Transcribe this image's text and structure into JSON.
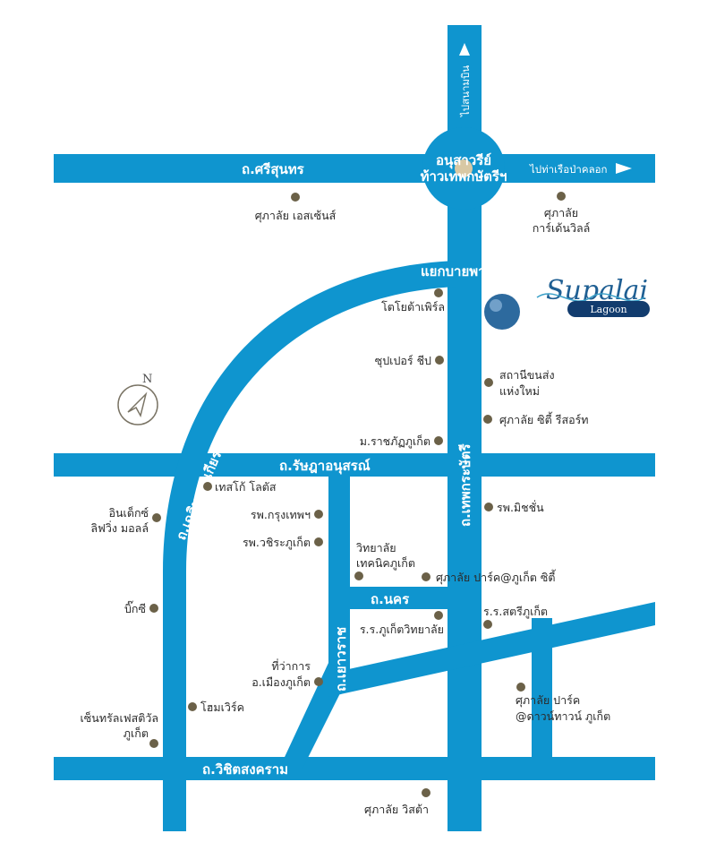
{
  "roads": {
    "srisunthon": "ถ.ศรีสุนทร",
    "thepkrasattri": "ถ.เทพกระษัตรี",
    "chalermprakiat": "ถ.เฉลิมพระเกียรติ",
    "ratsadanusorn": "ถ.รัษฎาอนุสรณ์",
    "nakhon": "ถ.นคร",
    "yaowarat": "ถ.เยาวราช",
    "wichitsongkhram": "ถ.วิชิตสงคราม"
  },
  "directions": {
    "airport": "ไปสนามบิน",
    "pier": "ไปท่าเรือป่าคลอก"
  },
  "monument": {
    "line1": "อนุสาวรีย์",
    "line2": "ท้าวเทพกษัตรีฯ"
  },
  "junction": "แยกบายพาส",
  "logo": {
    "brand": "Supalai",
    "sub": "Lagoon"
  },
  "compass": "N",
  "landmarks": {
    "essence": "ศุภาลัย เอสเซ้นส์",
    "garden1": "ศุภาลัย",
    "garden2": "การ์เด้นวิลล์",
    "toyota": "โตโยต้าเพิร์ล",
    "supercheap": "ซุปเปอร์ ชีป",
    "station1": "สถานีขนส่ง",
    "station2": "แห่งใหม่",
    "resort": "ศุภาลัย ซิตี้ รีสอร์ท",
    "rajabhat": "ม.ราชภัฏภูเก็ต",
    "tesco": "เทสโก้ โลตัส",
    "index1": "อินเด็กซ์",
    "index2": "ลิฟวิ่ง มอลล์",
    "bangkokhosp": "รพ.กรุงเทพฯ",
    "vachira": "รพ.วชิระภูเก็ต",
    "mission": "รพ.มิชชั่น",
    "tech1": "วิทยาลัย",
    "tech2": "เทคนิคภูเก็ต",
    "parkcity": "ศุภาลัย ปาร์ค@ภูเก็ต ซิตี้",
    "bigc": "บิ๊กซี",
    "wittaya": "ร.ร.ภูเก็ตวิทยาลัย",
    "satri": "ร.ร.สตรีภูเก็ต",
    "district1": "ที่ว่าการ",
    "district2": "อ.เมืองภูเก็ต",
    "homeworks": "โฮมเวิร์ค",
    "central1": "เซ็นทรัลเฟสติวัล",
    "central2": "ภูเก็ต",
    "downtown1": "ศุภาลัย ปาร์ค",
    "downtown2": "@ดาวน์ทาวน์ ภูเก็ต",
    "vista": "ศุภาลัย วิสต้า"
  },
  "colors": {
    "road": "#0f95cf",
    "dot": "#6b6148",
    "monument": "#d8c8a4",
    "logo": "#1f5f93"
  }
}
